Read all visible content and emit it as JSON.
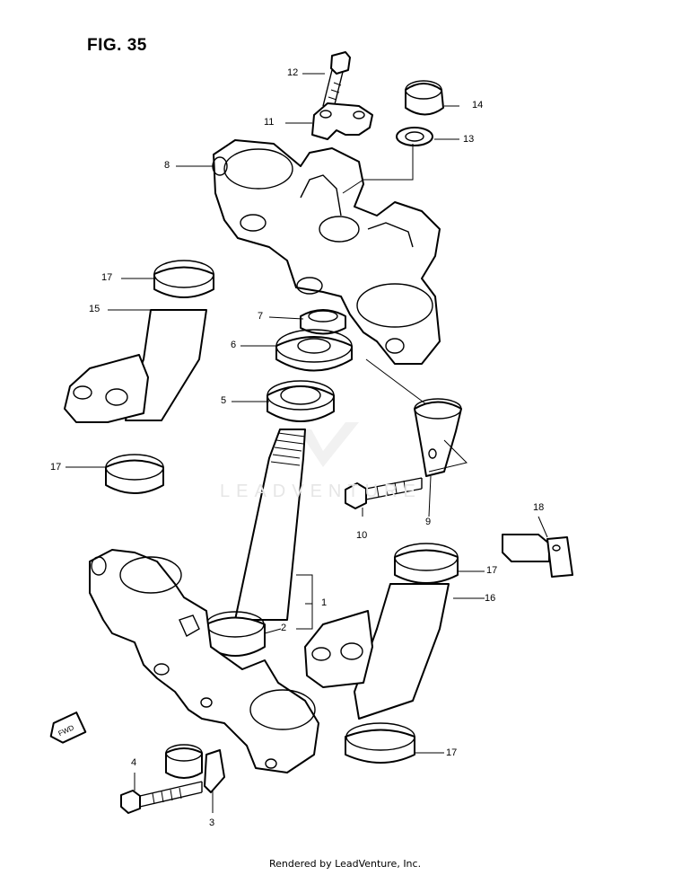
{
  "figure": {
    "title": "FIG. 35",
    "watermark": "LEADVENTURE",
    "fwd_label": "FWD",
    "footer": "Rendered by LeadVenture, Inc."
  },
  "callouts": {
    "c1": "1",
    "c2": "2",
    "c3": "3",
    "c4": "4",
    "c5": "5",
    "c6": "6",
    "c7": "7",
    "c8": "8",
    "c9": "9",
    "c10": "10",
    "c11": "11",
    "c12": "12",
    "c13": "13",
    "c14": "14",
    "c15": "15",
    "c16": "16",
    "c17a": "17",
    "c17b": "17",
    "c17c": "17",
    "c17d": "17",
    "c18": "18"
  }
}
